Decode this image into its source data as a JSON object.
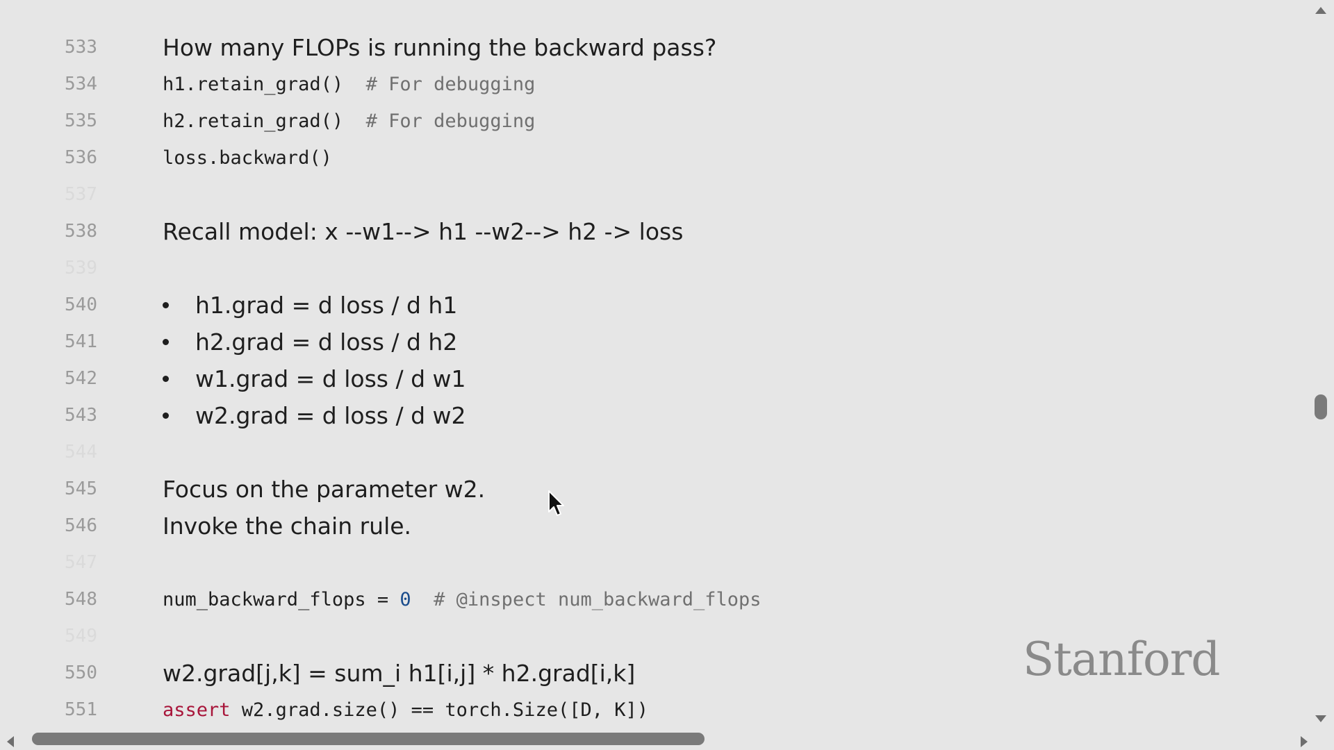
{
  "lines": {
    "l533": {
      "num": "533",
      "text": "How many FLOPs is running the backward pass?"
    },
    "l534": {
      "num": "534",
      "code": "h1.retain_grad()  ",
      "comment": "# For debugging"
    },
    "l535": {
      "num": "535",
      "code": "h2.retain_grad()  ",
      "comment": "# For debugging"
    },
    "l536": {
      "num": "536",
      "code": "loss.backward()"
    },
    "l537": {
      "num": "537"
    },
    "l538": {
      "num": "538",
      "text": "Recall model: x --w1--> h1 --w2--> h2 -> loss"
    },
    "l539": {
      "num": "539"
    },
    "l540": {
      "num": "540",
      "text": "h1.grad = d loss / d h1"
    },
    "l541": {
      "num": "541",
      "text": "h2.grad = d loss / d h2"
    },
    "l542": {
      "num": "542",
      "text": "w1.grad = d loss / d w1"
    },
    "l543": {
      "num": "543",
      "text": "w2.grad = d loss / d w2"
    },
    "l544": {
      "num": "544"
    },
    "l545": {
      "num": "545",
      "text": "Focus on the parameter w2."
    },
    "l546": {
      "num": "546",
      "text": "Invoke the chain rule."
    },
    "l547": {
      "num": "547"
    },
    "l548": {
      "num": "548",
      "code": "num_backward_flops = ",
      "number": "0",
      "comment": "  # @inspect num_backward_flops"
    },
    "l549": {
      "num": "549"
    },
    "l550": {
      "num": "550",
      "text": "w2.grad[j,k] = sum_i h1[i,j] * h2.grad[i,k]"
    },
    "l551": {
      "num": "551",
      "keyword": "assert",
      "code": " w2.grad.size() == torch.Size([D, K])"
    }
  },
  "watermark": "Stanford",
  "scroll": {
    "vertical_position": 0.54,
    "horizontal_visible_fraction": 0.52
  }
}
